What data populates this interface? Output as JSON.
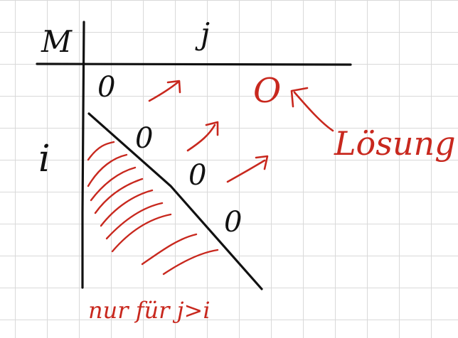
{
  "note": {
    "corner_label": "M",
    "column_label": "j",
    "row_label": "i",
    "diagonal_zeros": [
      "0",
      "0",
      "0",
      "0"
    ],
    "solution_zero": "O",
    "solution_label": "Lösung",
    "footnote": "nur für j>i"
  },
  "colors": {
    "grid": "#d9d9d9",
    "ink": "#111111",
    "annotation": "#c8281e"
  }
}
